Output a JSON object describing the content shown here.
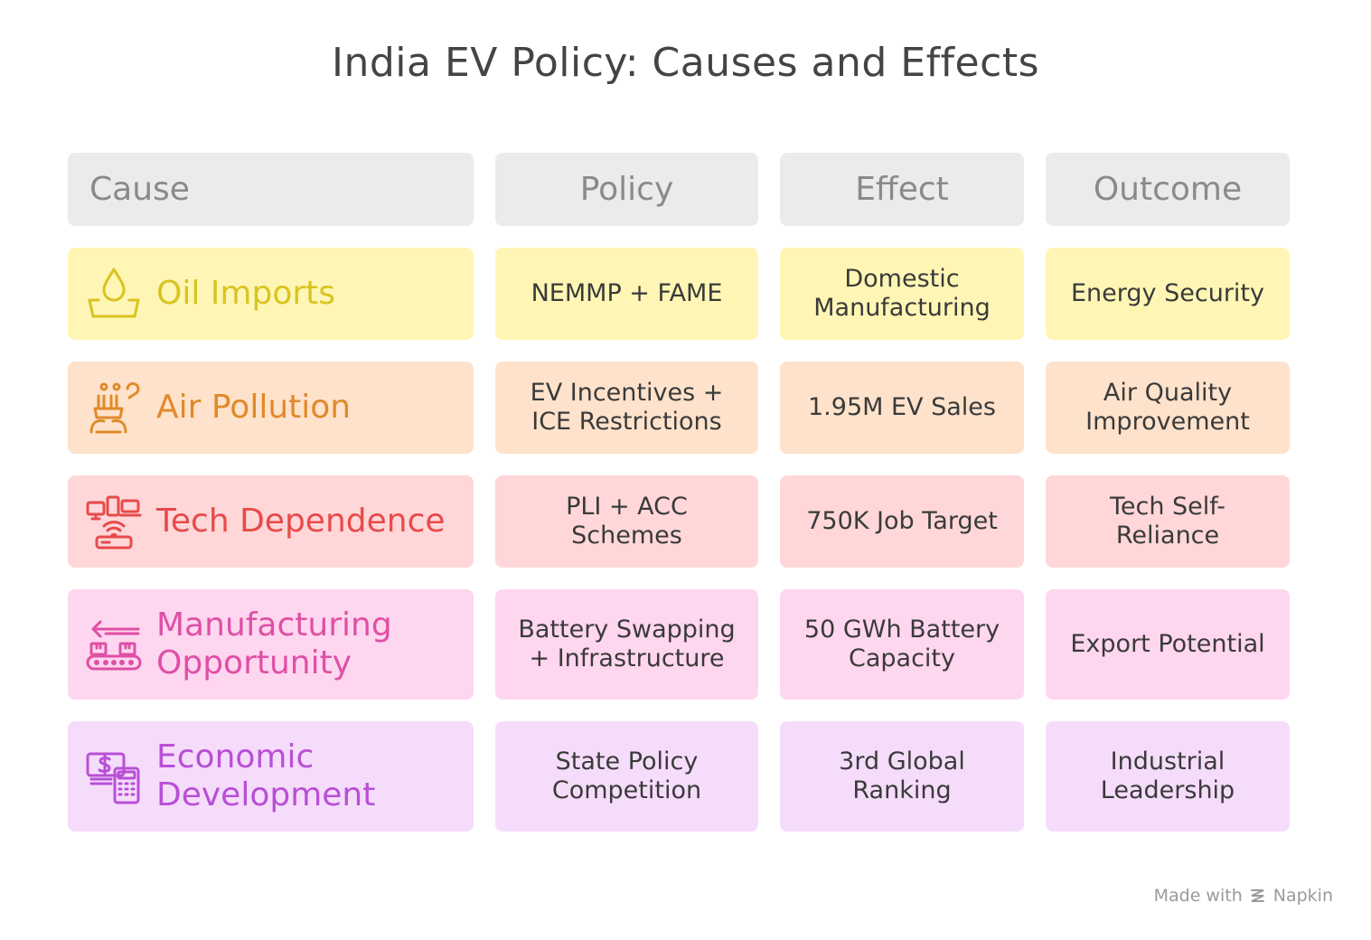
{
  "title": "India EV Policy: Causes and Effects",
  "headers": {
    "cause": "Cause",
    "policy": "Policy",
    "effect": "Effect",
    "outcome": "Outcome"
  },
  "rows": [
    {
      "cause": "Oil Imports",
      "policy": "NEMMP + FAME",
      "effect": "Domestic Manufacturing",
      "outcome": "Energy Security",
      "icon": "oil-drop-icon",
      "bg": "#fff6b5",
      "accent": "#d8c420"
    },
    {
      "cause": "Air Pollution",
      "policy": "EV Incentives + ICE Restrictions",
      "effect": "1.95M EV Sales",
      "outcome": "Air Quality Improvement",
      "icon": "pollution-icon",
      "bg": "#ffe2cb",
      "accent": "#e08a2a"
    },
    {
      "cause": "Tech Dependence",
      "policy": "PLI + ACC Schemes",
      "effect": "750K Job Target",
      "outcome": "Tech Self-Reliance",
      "icon": "tech-devices-icon",
      "bg": "#ffd7d9",
      "accent": "#e84a4a"
    },
    {
      "cause": "Manufacturing Opportunity",
      "policy": "Battery Swapping + Infrastructure",
      "effect": "50 GWh Battery Capacity",
      "outcome": "Export Potential",
      "icon": "conveyor-icon",
      "bg": "#ffd6ef",
      "accent": "#df4fa6"
    },
    {
      "cause": "Economic Development",
      "policy": "State Policy Competition",
      "effect": "3rd Global Ranking",
      "outcome": "Industrial Leadership",
      "icon": "money-calculator-icon",
      "bg": "#f6dcfb",
      "accent": "#b84fd6"
    }
  ],
  "footer": {
    "made_with": "Made with",
    "brand": "Napkin"
  }
}
